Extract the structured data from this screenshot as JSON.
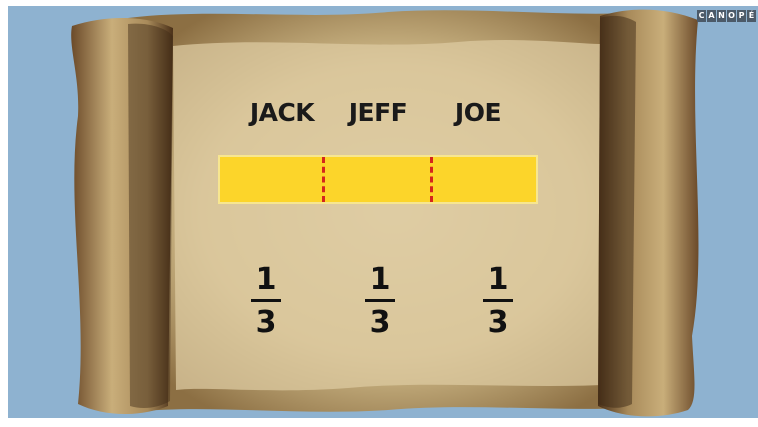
{
  "scene": {
    "names": [
      "JACK",
      "JEFF",
      "JOE"
    ],
    "fractions": [
      {
        "numerator": "1",
        "denominator": "3"
      },
      {
        "numerator": "1",
        "denominator": "3"
      },
      {
        "numerator": "1",
        "denominator": "3"
      }
    ],
    "strip": {
      "parts": 3,
      "fill_color": "#fcd52a",
      "divider_color": "#d4261c"
    }
  },
  "logo": {
    "letters": [
      "C",
      "A",
      "N",
      "O",
      "P",
      "É"
    ]
  },
  "colors": {
    "background": "#8eb2d0",
    "parchment": "#d8c49a"
  }
}
